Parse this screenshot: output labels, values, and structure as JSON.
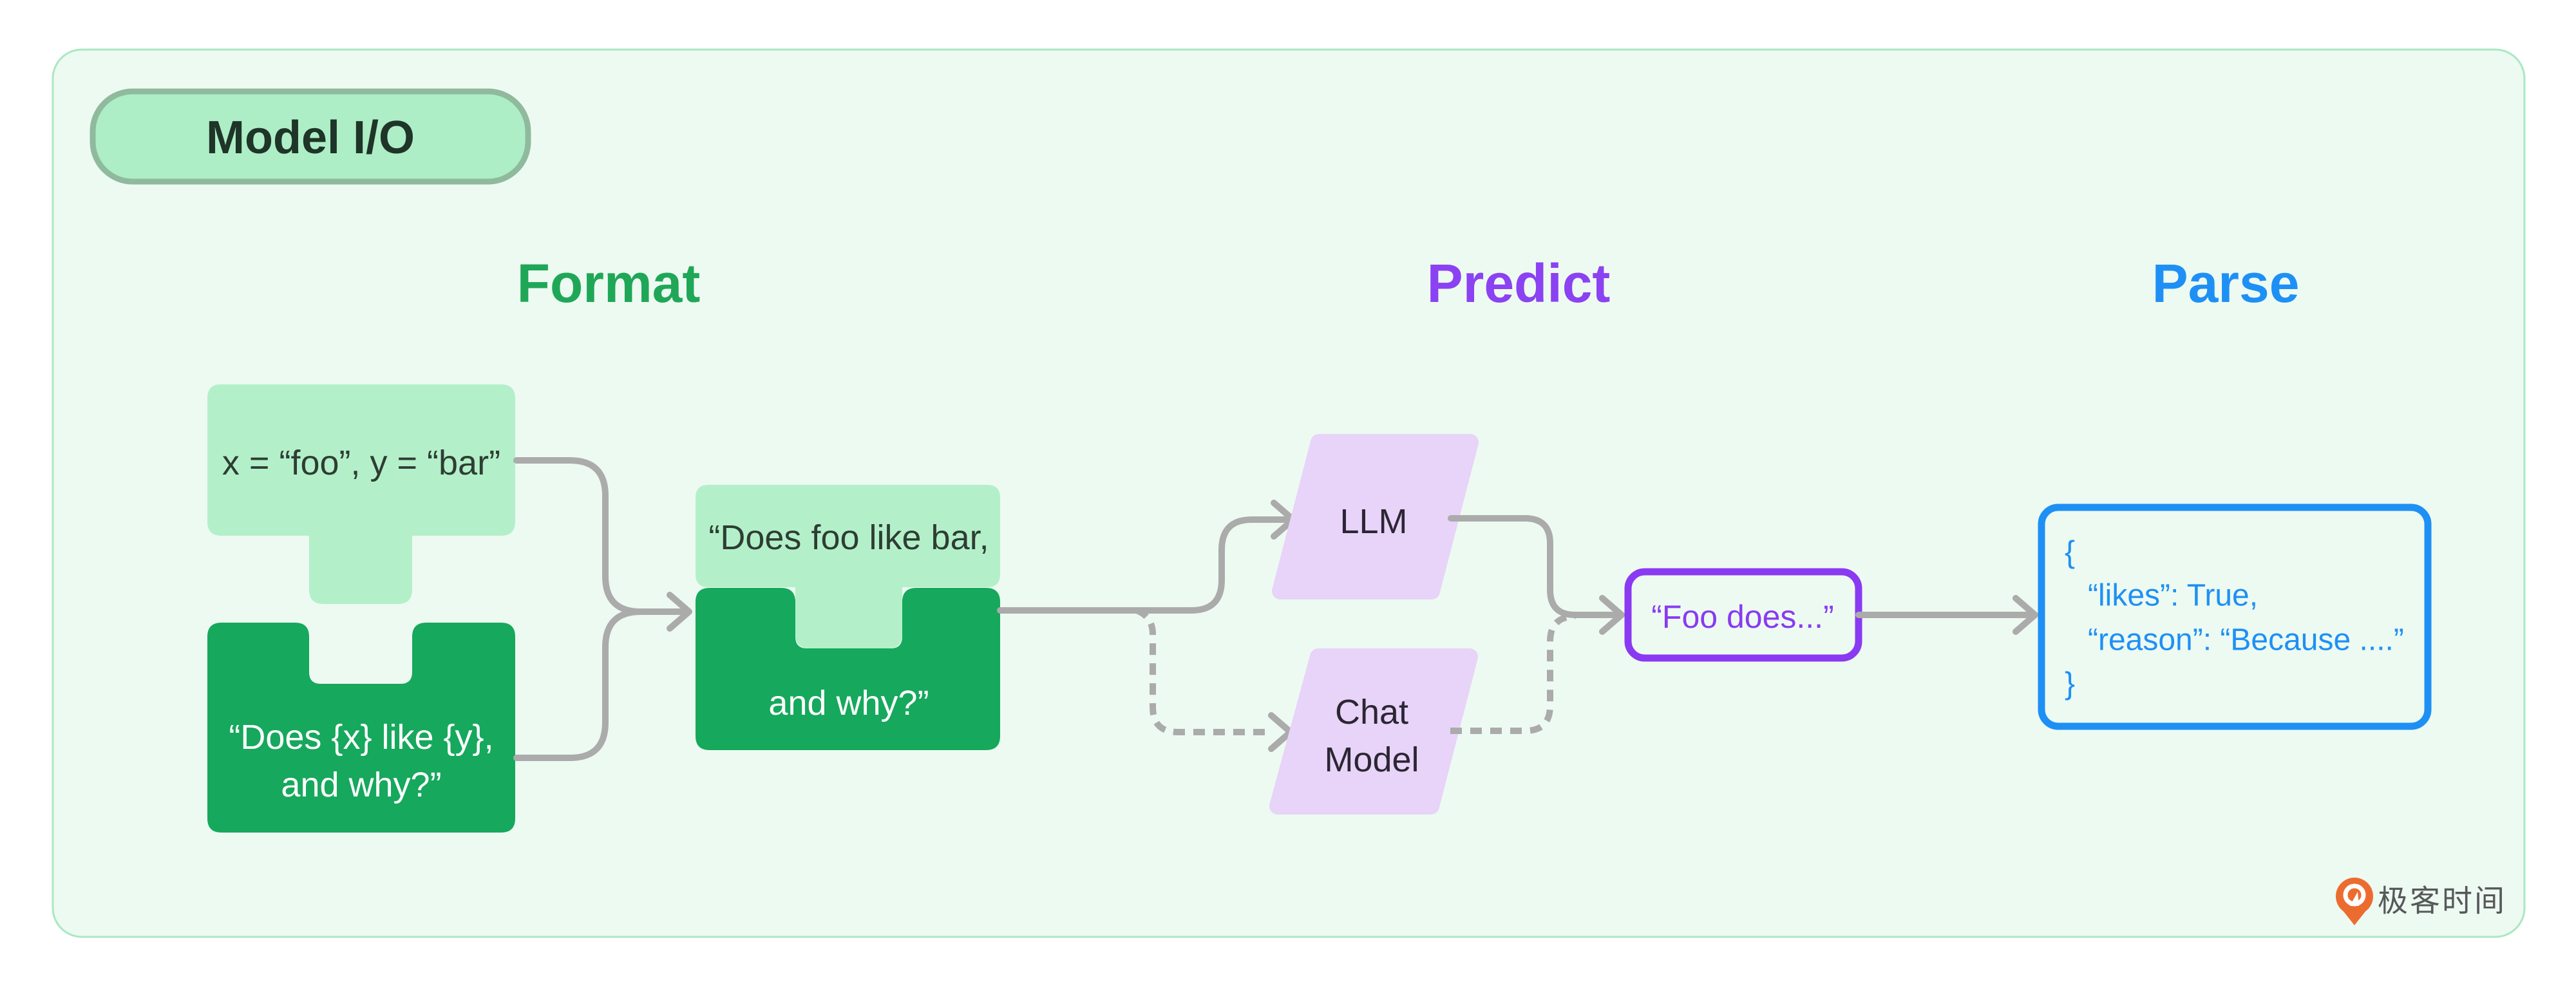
{
  "badge": {
    "label": "Model I/O"
  },
  "headers": {
    "format": "Format",
    "predict": "Predict",
    "parse": "Parse"
  },
  "format_stage": {
    "values_piece": {
      "text": "x = “foo”, y = “bar”"
    },
    "template_piece": {
      "line1": "“Does {x} like {y},",
      "line2": "and why?”"
    },
    "prompt_piece": {
      "line1": "“Does foo like bar,",
      "line2": "and why?”"
    }
  },
  "predict_stage": {
    "llm": {
      "label": "LLM"
    },
    "chat_model": {
      "line1": "Chat",
      "line2": "Model"
    },
    "output": {
      "text": "“Foo does...”"
    }
  },
  "parse_stage": {
    "json_line1": "{",
    "json_line2": "“likes”: True,",
    "json_line3": "“reason”: “Because ....”",
    "json_line4": "}"
  },
  "footer": {
    "brand": "极客时间"
  },
  "colors": {
    "container_bg": "#edfaf1",
    "container_border": "#a9e8c2",
    "badge_fill": "#aeeec6",
    "badge_border": "#8fba9d",
    "green_light": "#b3f0c9",
    "green_dark": "#16a85c",
    "green_header": "#1fa757",
    "purple_header": "#8b42f2",
    "purple_fill": "#e8d3f9",
    "purple_border": "#8a3af2",
    "blue_accent": "#1e90f5",
    "connector_gray": "#ababab",
    "brand_orange": "#ec6c30"
  }
}
